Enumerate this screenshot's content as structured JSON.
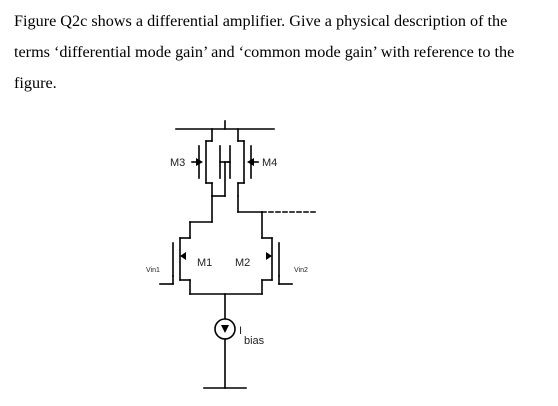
{
  "question": {
    "line1": "Figure Q2c shows a differential amplifier. Give a physical description of the",
    "line2": "terms ‘differential mode gain’ and ‘common mode gain’ with reference to the",
    "line3": "figure."
  },
  "circuit": {
    "m3": "M3",
    "m4": "M4",
    "m1": "M1",
    "m2": "M2",
    "vin1": "Vin1",
    "vin2": "Vin2",
    "ibias_prefix": "I",
    "ibias_sub": "bias"
  }
}
